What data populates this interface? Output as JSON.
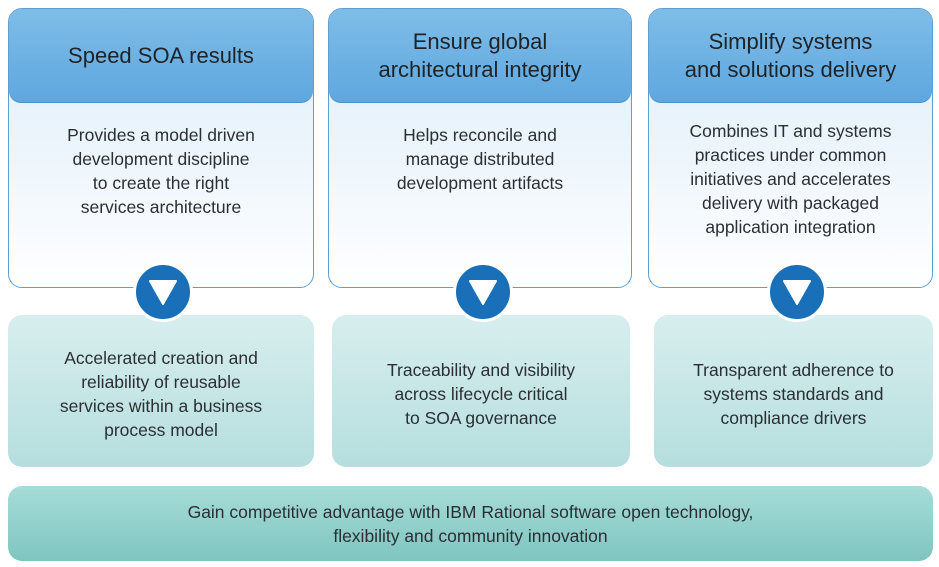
{
  "columns": [
    {
      "title": [
        "Speed SOA results"
      ],
      "description": [
        "Provides a model driven",
        "development discipline",
        "to create the right",
        "services architecture"
      ],
      "outcome": [
        "Accelerated creation and",
        "reliability of reusable",
        "services within a business",
        "process model"
      ]
    },
    {
      "title": [
        "Ensure global",
        "architectural integrity"
      ],
      "description": [
        "Helps reconcile and",
        "manage distributed",
        "development artifacts"
      ],
      "outcome": [
        "Traceability and visibility",
        "across lifecycle critical",
        "to SOA governance"
      ]
    },
    {
      "title": [
        "Simplify systems",
        "and solutions delivery"
      ],
      "description": [
        "Combines IT and systems",
        "practices under common",
        "initiatives and accelerates",
        "delivery with packaged",
        "application integration"
      ],
      "outcome": [
        "Transparent adherence to",
        "systems standards and",
        "compliance drivers"
      ]
    }
  ],
  "banner": [
    "Gain competitive advantage with IBM Rational software open technology,",
    "flexibility and community innovation"
  ],
  "colors": {
    "header_blue": "#5ea7df",
    "arrow_blue": "#1a70b8",
    "outcome_teal": "#b6dede",
    "banner_teal": "#7fc5c0"
  },
  "icons": {
    "arrow": "down-triangle-icon"
  }
}
